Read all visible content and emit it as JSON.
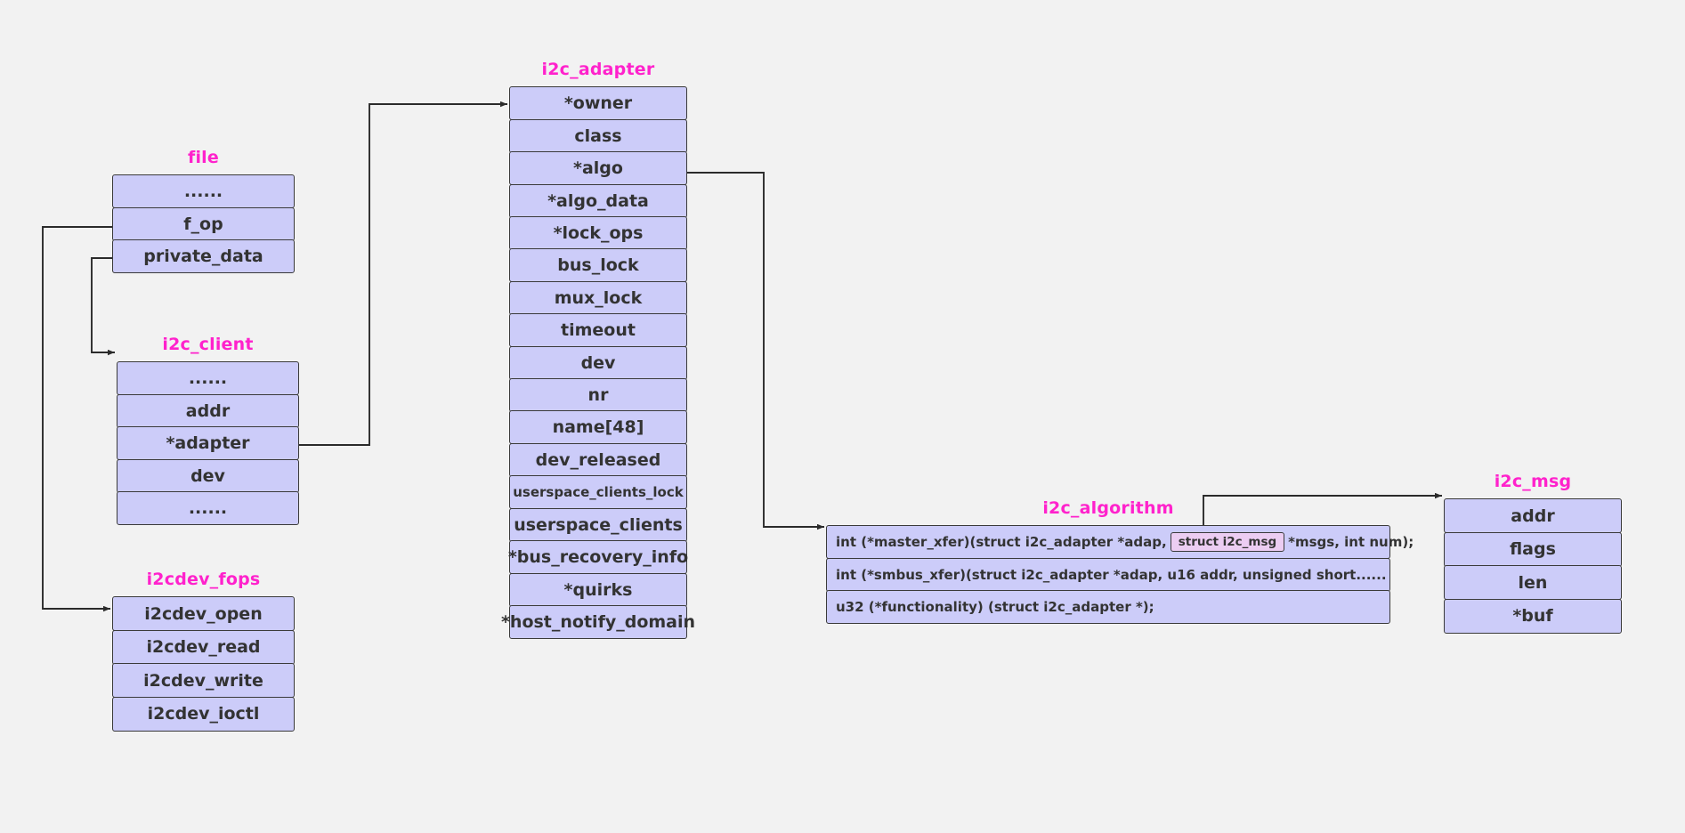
{
  "diagram": {
    "title": "i2c kernel structures",
    "colors": {
      "background": "#f2f2f2",
      "box_fill": "#ccccf9",
      "box_border": "#3a3a3a",
      "title_color": "#ff22cc",
      "inline_box_fill": "#eccdf2",
      "text_color": "#333333"
    }
  },
  "structs": {
    "file": {
      "title": "file",
      "fields": [
        "......",
        "f_op",
        "private_data"
      ]
    },
    "i2c_client": {
      "title": "i2c_client",
      "fields": [
        "......",
        "addr",
        "*adapter",
        "dev",
        "......"
      ]
    },
    "i2cdev_fops": {
      "title": "i2cdev_fops",
      "fields": [
        "i2cdev_open",
        "i2cdev_read",
        "i2cdev_write",
        "i2cdev_ioctl"
      ]
    },
    "i2c_adapter": {
      "title": "i2c_adapter",
      "fields": [
        "*owner",
        "class",
        "*algo",
        "*algo_data",
        "*lock_ops",
        "bus_lock",
        "mux_lock",
        "timeout",
        "dev",
        "nr",
        "name[48]",
        "dev_released",
        "userspace_clients_lock",
        "userspace_clients",
        "*bus_recovery_info",
        "*quirks",
        "*host_notify_domain"
      ],
      "small_fields": [
        "userspace_clients_lock"
      ]
    },
    "i2c_algorithm": {
      "title": "i2c_algorithm",
      "rows": [
        {
          "prefix": "int (*master_xfer)(struct i2c_adapter *adap,",
          "inline_box": "struct i2c_msg",
          "suffix": "*msgs, int num);"
        },
        {
          "prefix": "int (*smbus_xfer)(struct i2c_adapter *adap, u16 addr, unsigned short......",
          "inline_box": "",
          "suffix": ""
        },
        {
          "prefix": "u32 (*functionality) (struct i2c_adapter *);",
          "inline_box": "",
          "suffix": ""
        }
      ]
    },
    "i2c_msg": {
      "title": "i2c_msg",
      "fields": [
        "addr",
        "flags",
        "len",
        "*buf"
      ]
    }
  },
  "connections": [
    {
      "from": "file.f_op",
      "to": "i2cdev_fops"
    },
    {
      "from": "file.private_data",
      "to": "i2c_client"
    },
    {
      "from": "i2c_client.*adapter",
      "to": "i2c_adapter"
    },
    {
      "from": "i2c_adapter.*algo",
      "to": "i2c_algorithm"
    },
    {
      "from": "i2c_algorithm.struct i2c_msg",
      "to": "i2c_msg"
    }
  ]
}
